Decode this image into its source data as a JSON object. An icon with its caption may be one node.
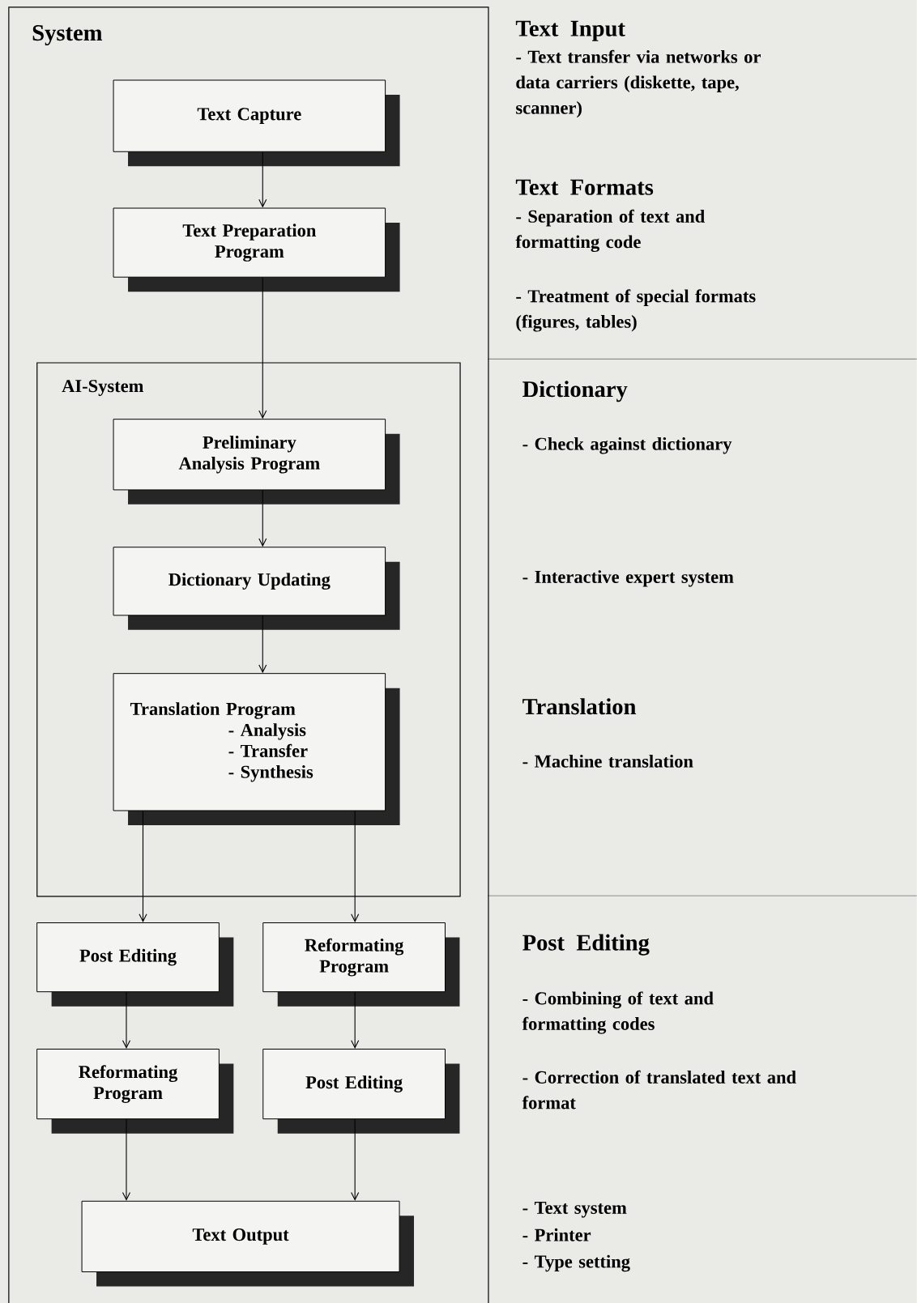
{
  "diagram": {
    "nodes": [
      {
        "text": [
          "System"
        ]
      },
      {
        "text": [
          "Text Capture"
        ],
        "in": 0
      },
      {
        "text": [
          "Text Preparation Program"
        ],
        "in": 0
      },
      {
        "text": [
          "AI-System"
        ],
        "in": 0
      },
      {
        "text": [
          "Preliminary Analysis Program"
        ],
        "in": 3
      },
      {
        "text": [
          "Dictionary Updating"
        ],
        "in": 3
      },
      {
        "text": [
          "Translation Program",
          "- Analysis",
          "- Transfer",
          "- Synthesis"
        ],
        "in": 3
      },
      {
        "text": [
          "Post Editing"
        ],
        "in": 0
      },
      {
        "text": [
          "Reformating Program"
        ],
        "in": 0
      },
      {
        "text": [
          "Reformating Program"
        ],
        "in": 0
      },
      {
        "text": [
          "Post Editing"
        ],
        "in": 0
      },
      {
        "text": [
          "Text Output"
        ],
        "in": 0
      }
    ],
    "edges": [
      {
        "from": 1,
        "to": 2,
        "arrow": "to"
      },
      {
        "from": 2,
        "to": 4,
        "arrow": "to"
      },
      {
        "from": 4,
        "to": 5,
        "arrow": "to"
      },
      {
        "from": 5,
        "to": 6,
        "arrow": "to"
      },
      {
        "from": 6,
        "to": 7,
        "arrow": "to"
      },
      {
        "from": 6,
        "to": 8,
        "arrow": "to"
      },
      {
        "from": 7,
        "to": 9,
        "arrow": "to"
      },
      {
        "from": 8,
        "to": 10,
        "arrow": "to"
      },
      {
        "from": 9,
        "to": 11,
        "arrow": "to"
      },
      {
        "from": 10,
        "to": 11,
        "arrow": "to"
      }
    ],
    "labels": [
      "Text Input",
      "- Text transfer via networks or data carriers (diskette, tape, scanner)",
      "Text Formats",
      "- Separation of text and formatting code",
      "- Treatment of special formats (figures, tables)",
      "Dictionary",
      "- Check against dictionary",
      "- Interactive expert system",
      "Translation",
      "- Machine translation",
      "Post Editing",
      "- Combining of text and formatting codes",
      "- Correction of translated text and format",
      "- Text system",
      "- Printer",
      "- Type setting"
    ]
  }
}
